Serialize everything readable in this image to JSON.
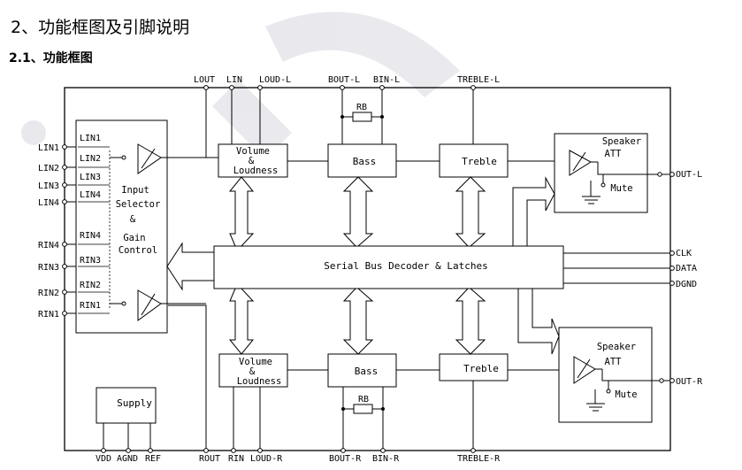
{
  "heading": {
    "title": "2、功能框图及引脚说明",
    "subtitle": "2.1、功能框图"
  },
  "diagram": {
    "top_pins": {
      "lout": "LOUT",
      "lin": "LIN",
      "loud_l": "LOUD-L",
      "bout_l": "BOUT-L",
      "bin_l": "BIN-L",
      "treble_l": "TREBLE-L"
    },
    "bottom_pins": {
      "vdd": "VDD",
      "agnd": "AGND",
      "ref": "REF",
      "rout": "ROUT",
      "rin": "RIN",
      "loud_r": "LOUD-R",
      "bout_r": "BOUT-R",
      "bin_r": "BIN-R",
      "treble_r": "TREBLE-R"
    },
    "left_pins": [
      "LIN1",
      "LIN2",
      "LIN3",
      "LIN4",
      "RIN4",
      "RIN3",
      "RIN2",
      "RIN1"
    ],
    "right_pins": {
      "out_l": "OUT-L",
      "clk": "CLK",
      "data": "DATA",
      "dgnd": "DGND",
      "out_r": "OUT-R"
    },
    "input_selector": {
      "inputs": [
        "LIN1",
        "LIN2",
        "LIN3",
        "LIN4",
        "RIN4",
        "RIN3",
        "RIN2",
        "RIN1"
      ],
      "text1": "Input",
      "text2": "Selector",
      "text3": "&",
      "text4": "Gain",
      "text5": "Control"
    },
    "blocks": {
      "volume_1": "Volume",
      "volume_2": "&",
      "volume_3": "Loudness",
      "bass": "Bass",
      "treble": "Treble",
      "rb": "RB",
      "serial_bus": "Serial Bus Decoder & Latches",
      "supply": "Supply",
      "speaker_1": "Speaker",
      "speaker_2": "ATT",
      "mute": "Mute"
    }
  },
  "watermark_color": "#dcdce2",
  "line_color": "#000000"
}
